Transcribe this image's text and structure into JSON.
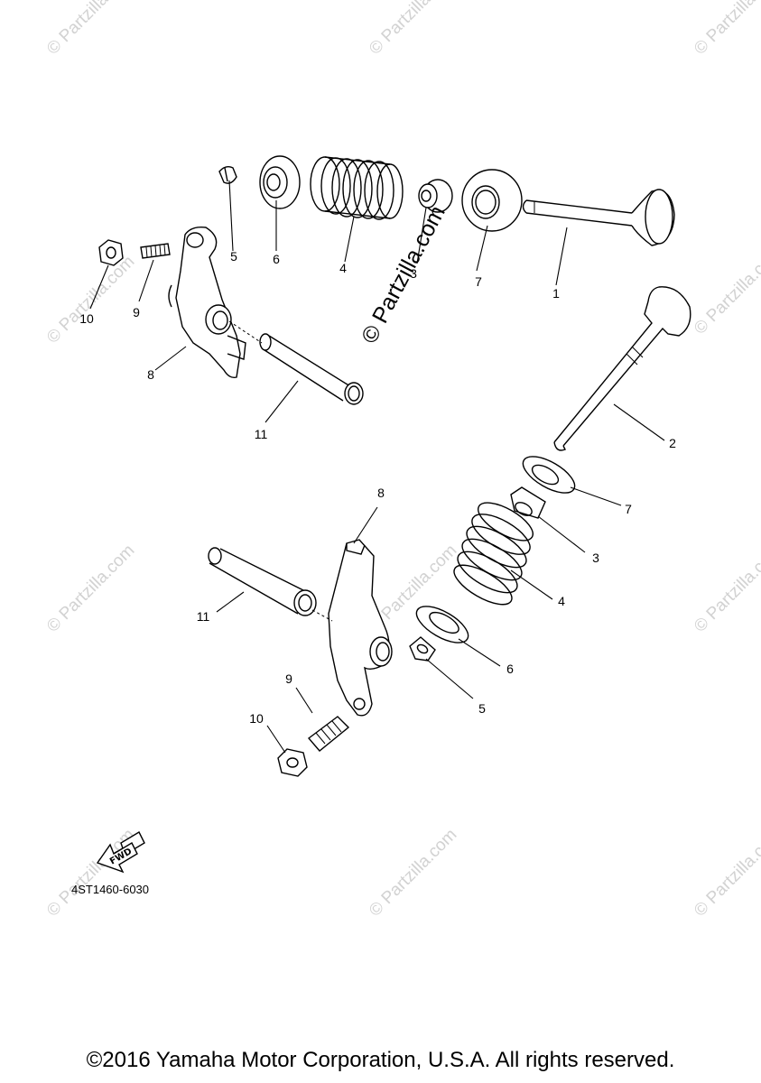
{
  "watermark": "© Partzilla.com",
  "center_watermark": "© Partzilla.com",
  "callouts": {
    "top_1": "1",
    "top_3": "3",
    "top_4": "4",
    "top_5": "5",
    "top_6": "6",
    "top_7": "7",
    "top_8": "8",
    "top_9": "9",
    "top_10": "10",
    "top_11": "11",
    "bottom_2": "2",
    "bottom_3": "3",
    "bottom_4": "4",
    "bottom_5": "5",
    "bottom_6": "6",
    "bottom_7": "7",
    "bottom_8": "8",
    "bottom_9": "9",
    "bottom_10": "10",
    "bottom_11": "11"
  },
  "fwd_label": "FWD",
  "diagram_code": "4ST1460-6030",
  "copyright": "©2016 Yamaha Motor Corporation, U.S.A. All rights reserved."
}
